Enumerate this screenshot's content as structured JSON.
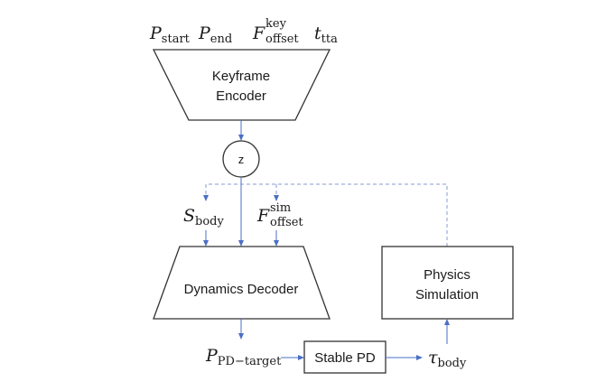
{
  "inputs": [
    {
      "symbol": "P",
      "sub": "start"
    },
    {
      "symbol": "P",
      "sub": "end"
    },
    {
      "symbol": "F",
      "sub": "offset",
      "sup": "key"
    },
    {
      "symbol": "t",
      "sub": "tta"
    }
  ],
  "encoder": {
    "line1": "Keyframe",
    "line2": "Encoder"
  },
  "latent": {
    "label": "z"
  },
  "decoder_inputs": [
    {
      "symbol": "S",
      "sub": "body"
    },
    {
      "symbol": "F",
      "sub": "offset",
      "sup": "sim"
    }
  ],
  "decoder": {
    "label": "Dynamics Decoder"
  },
  "physics": {
    "line1": "Physics",
    "line2": "Simulation"
  },
  "pd_target": {
    "symbol": "P",
    "sub": "PD−target"
  },
  "stable_pd": {
    "label": "Stable PD"
  },
  "torque": {
    "symbol": "τ",
    "sub": "body"
  },
  "colors": {
    "arrow": "#4a6fc4",
    "box": "#333333",
    "dashed": "#8a9ad0"
  }
}
